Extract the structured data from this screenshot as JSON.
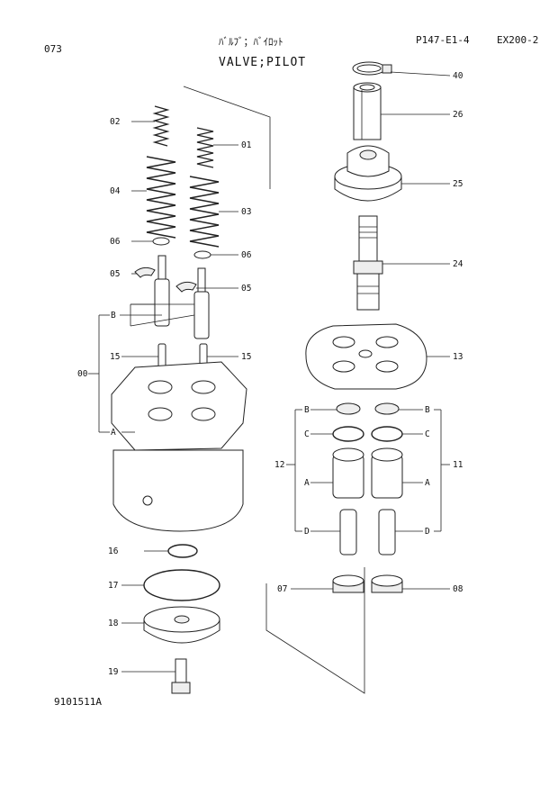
{
  "header": {
    "page_code": "073",
    "title_jp": "ﾊﾞﾙﾌﾞ；ﾊﾞｲﾛｯﾄ",
    "title_en": "VALVE;PILOT",
    "page_ref": "P147-E1-4",
    "model": "EX200-2"
  },
  "footer": {
    "drawing_no": "9101511A"
  },
  "callouts": {
    "c40": "40",
    "c26": "26",
    "c25": "25",
    "c24": "24",
    "c13": "13",
    "c02": "02",
    "c01": "01",
    "c04": "04",
    "c03": "03",
    "c06a": "06",
    "c06b": "06",
    "c05a": "05",
    "c05b": "05",
    "cB_left": "B",
    "c15a": "15",
    "c15b": "15",
    "c00": "00",
    "cA_left": "A",
    "cB1": "B",
    "cB2": "B",
    "cC1": "C",
    "cC2": "C",
    "c12": "12",
    "c11": "11",
    "cA1": "A",
    "cA2": "A",
    "cD1": "D",
    "cD2": "D",
    "c07": "07",
    "c08": "08",
    "c16": "16",
    "c17": "17",
    "c18": "18",
    "c19": "19"
  }
}
